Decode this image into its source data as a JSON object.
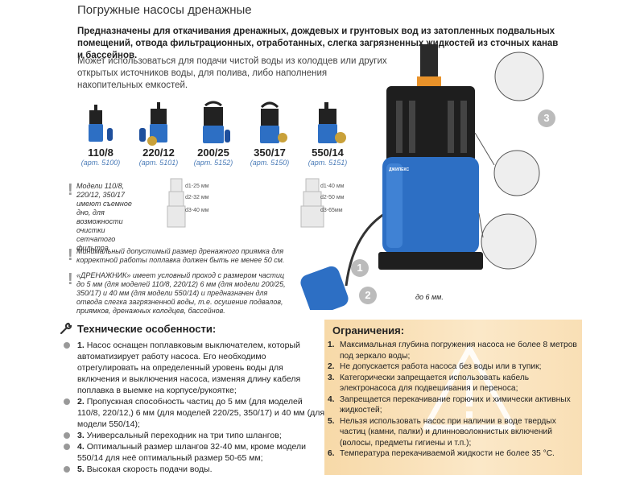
{
  "header": {
    "title": "Погружные насосы дренажные",
    "intro": "Предназначены для откачивания дренажных, дождевых и грунтовых вод из затопленных подвальных помещений, отвода фильтрационных, отработанных, слегка загрязненных жидкостей из сточных канав и бассейнов.",
    "sub": "Может использоваться для подачи чистой воды из колодцев или других открытых источников воды, для полива, либо наполнения накопительных емкостей."
  },
  "models": [
    {
      "name": "110/8",
      "art": "(арт. 5100)"
    },
    {
      "name": "220/12",
      "art": "(арт. 5101)"
    },
    {
      "name": "200/25",
      "art": "(арт. 5152)"
    },
    {
      "name": "350/17",
      "art": "(арт. 5150)"
    },
    {
      "name": "550/14",
      "art": "(арт. 5151)"
    }
  ],
  "adapters": {
    "left": [
      "d1-25 мм",
      "d2-32 мм",
      "d3-40 мм"
    ],
    "right": [
      "d1-40 мм",
      "d2-50 мм",
      "d3-65мм"
    ]
  },
  "notes": {
    "note1": "Модели 110/8, 220/12, 350/17 имеют съемное дно, для возможности очистки сетчатого фильтра.",
    "note2": "Минимальный допустимый размер дренажного приямка для корректной работы поплавка должен быть не менее 50 см.",
    "note3": "«ДРЕНАЖНИК» имеет условный проход с размером частиц до 5 мм (для моделей 110/8, 220/12) 6 мм (для модели 200/25, 350/17) и 40 мм (для модели 550/14) и предназначен для отвода слегка загрязненной воды, т.е. осушение подвалов, приямков, дренажных колодцев, бассейнов."
  },
  "pump": {
    "particle_label": "до 6 мм.",
    "brand": "ДЖИЛЕКС",
    "callouts": [
      "1",
      "2",
      "3"
    ]
  },
  "tech": {
    "heading": "Технические особенности:",
    "items": [
      {
        "num": "1.",
        "text": "Насос оснащен поплавковым выключателем, который автоматизирует работу насоса. Его необходимо отрегулировать на определенный уровень воды для включения и выключения насоса, изменяя длину кабеля поплавка в выемке на корпусе/рукоятке;"
      },
      {
        "num": "2.",
        "text": "Пропускная способность частиц до 5 мм (для моделей 110/8, 220/12,) 6 мм (для моделей 220/25, 350/17) и 40 мм (для модели 550/14);"
      },
      {
        "num": "3.",
        "text": "Универсальный переходник на три типо шлангов;"
      },
      {
        "num": "4.",
        "text": "Оптимальный размер шлангов 32-40 мм, кроме модели 550/14 для неё оптимальный размер 50-65 мм;"
      },
      {
        "num": "5.",
        "text": "Высокая скорость подачи воды."
      }
    ]
  },
  "limits": {
    "heading": "Ограничения:",
    "items": [
      {
        "num": "1.",
        "text": "Максимальная глубина погружения насоса не более 8 метров под зеркало воды;"
      },
      {
        "num": "2.",
        "text": "Не допускается работа насоса без воды или в тупик;"
      },
      {
        "num": "3.",
        "text": "Категорически запрещается использовать кабель электронасоса для подвешивания и переноса;"
      },
      {
        "num": "4.",
        "text": "Запрещается перекачивание горючих и химически активных жидкостей;"
      },
      {
        "num": "5.",
        "text": "Нельзя использовать насос при наличии в воде твердых частиц (камни, палки) и длинноволокнистых включений (волосы, предметы гигиены и т.п.);"
      },
      {
        "num": "6.",
        "text": "Температура перекачиваемой жидкости не более 35 °С."
      }
    ]
  },
  "colors": {
    "pump_blue": "#2d6fc4",
    "pump_black": "#1e1e1e",
    "accent_orange": "#e8922a",
    "panel": "#fbe3bd"
  }
}
